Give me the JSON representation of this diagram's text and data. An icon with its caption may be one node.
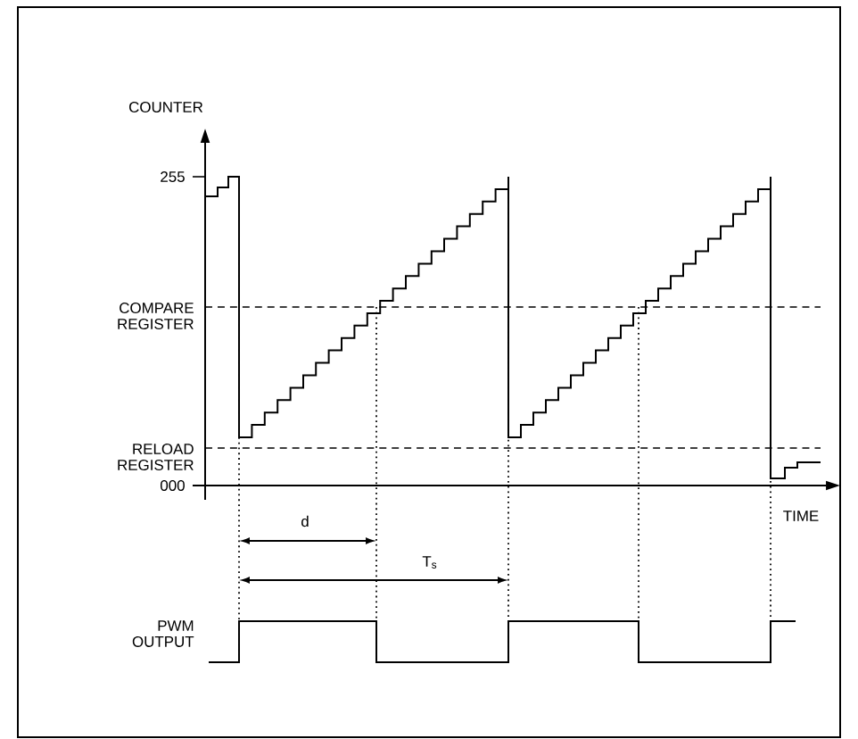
{
  "diagram": {
    "labels": [
      "COUNTER",
      "255",
      "COMPARE REGISTER",
      "RELOAD REGISTER",
      "000",
      "TIME",
      "d",
      "T$_{s}$",
      "PWM OUTPUT"
    ]
  }
}
